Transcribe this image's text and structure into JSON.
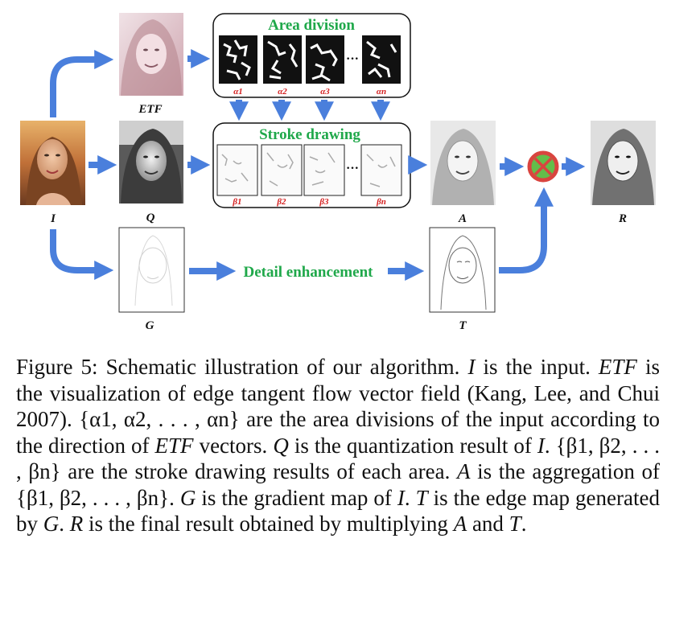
{
  "diagram": {
    "labels": {
      "I": "I",
      "ETF": "ETF",
      "Q": "Q",
      "A": "A",
      "R": "R",
      "G": "G",
      "T": "T"
    },
    "area_division": {
      "title": "Area division",
      "subs": [
        "α1",
        "α2",
        "α3",
        "αn"
      ]
    },
    "stroke_drawing": {
      "title": "Stroke drawing",
      "subs": [
        "β1",
        "β2",
        "β3",
        "βn"
      ]
    },
    "ellipsis": "···",
    "detail_enhancement": "Detail enhancement",
    "colors": {
      "arrow": "#4a7fdc",
      "green_title": "#1fa84a",
      "sub_red": "#d42020",
      "multiply_fill": "#63be4a",
      "multiply_ring": "#d9443f"
    }
  },
  "caption": {
    "p1": "Figure 5: Schematic illustration of our algorithm. ",
    "i1": "I",
    "p2": " is the input. ",
    "i2": "ETF",
    "p3": " is the visualization of edge tangent flow vector field (Kang, Lee, and Chui 2007). {α1, α2, . . . , αn} are the area divisions of the input according to the direction of ",
    "i3": "ETF",
    "p4": " vectors. ",
    "i4": "Q",
    "p5": " is the quantization result of ",
    "i5": "I",
    "p6": ". {β1, β2, . . . , βn} are the stroke drawing results of each area. ",
    "i6": "A",
    "p7": " is the aggregation of {β1, β2, . . . , βn}. ",
    "i7": "G",
    "p8": " is the gradient map of ",
    "i8": "I",
    "p9": ". ",
    "i9": "T",
    "p10": " is the edge map generated by ",
    "i10": "G",
    "p11": ". ",
    "i11": "R",
    "p12": " is the final result obtained by multiplying ",
    "i12": "A",
    "p13": " and ",
    "i13": "T",
    "p14": "."
  }
}
